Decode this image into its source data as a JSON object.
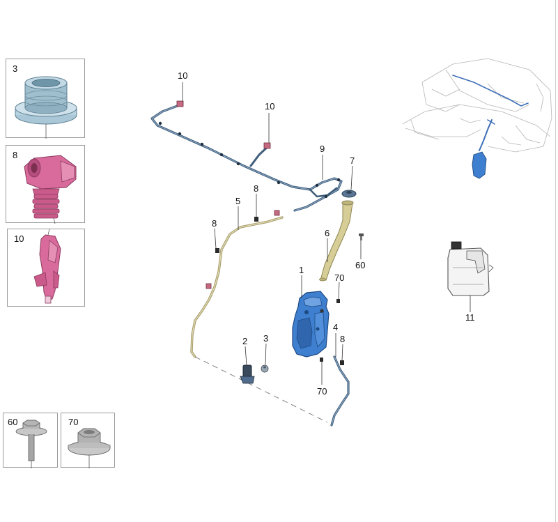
{
  "insets": {
    "seal": {
      "number": "3"
    },
    "nozzle_boot": {
      "number": "8"
    },
    "connector": {
      "number": "10"
    },
    "bolt": {
      "number": "60"
    },
    "nut": {
      "number": "70"
    }
  },
  "callouts": {
    "c10a": "10",
    "c10b": "10",
    "c9": "9",
    "c7": "7",
    "c8a": "8",
    "c5": "5",
    "c8b": "8",
    "c6": "6",
    "c60": "60",
    "c1": "1",
    "c70a": "70",
    "c2": "2",
    "c3": "3",
    "c4": "4",
    "c8c": "8",
    "c70b": "70",
    "c11": "11"
  },
  "colors": {
    "hose": "#3f5d7a",
    "hose_light": "#7895b3",
    "tank": "#3f7fd0",
    "tank_dark": "#23528f",
    "filler": "#c9bf8a",
    "pink": "#d86b9b",
    "pink_dark": "#a8436f",
    "seal": "#8fb3c6",
    "gray_part": "#9a9a9a"
  },
  "icons": {
    "seal": "grommet-seal-icon",
    "nozzle_boot": "nozzle-boot-icon",
    "connector": "hose-connector-icon",
    "bolt": "bolt-icon",
    "nut": "flange-nut-icon",
    "fluid_can": "fluid-canister-icon",
    "vehicle": "vehicle-front-overview-icon"
  }
}
